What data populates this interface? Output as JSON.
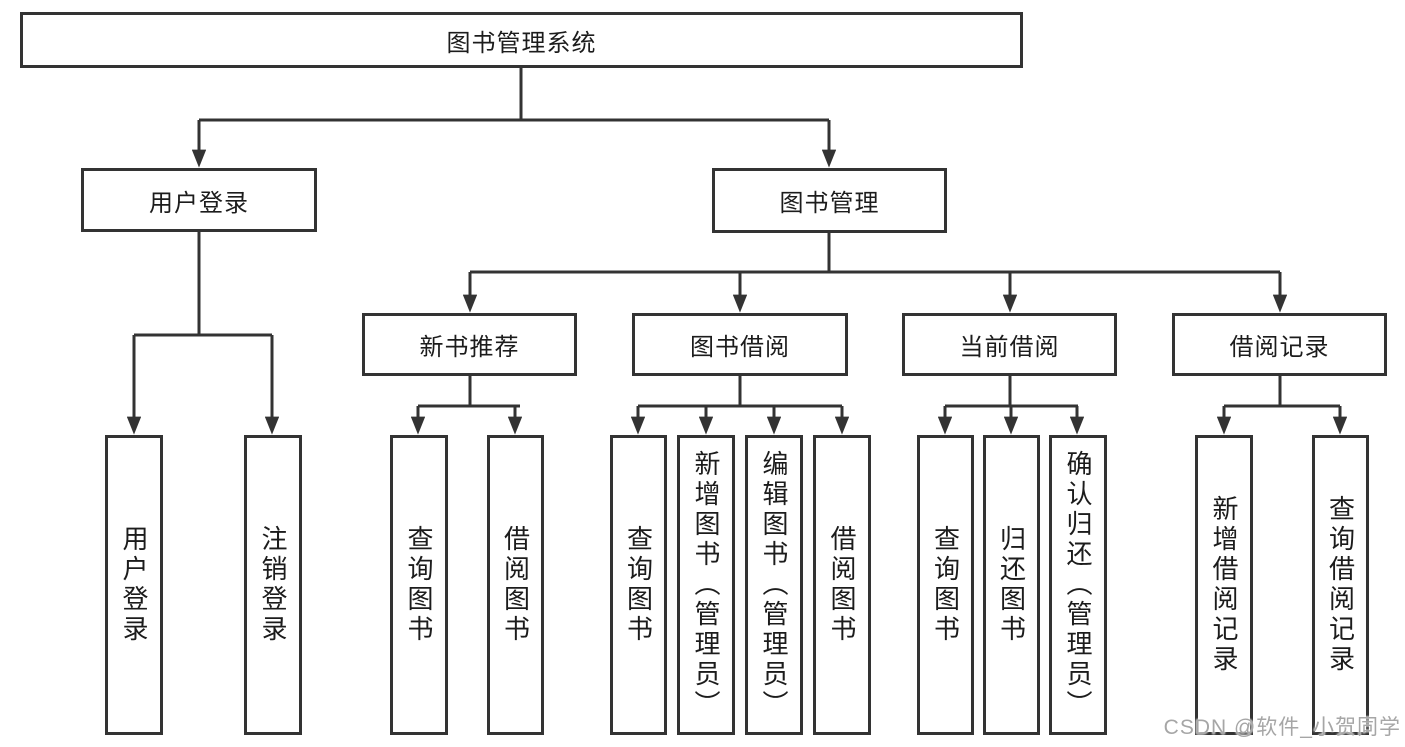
{
  "diagram": {
    "title": "图书管理系统",
    "level2": {
      "user_login": "用户登录",
      "book_management": "图书管理"
    },
    "level3": {
      "new_book_recommend": "新书推荐",
      "book_borrow": "图书借阅",
      "current_borrow": "当前借阅",
      "borrow_records": "借阅记录"
    },
    "level4": {
      "user_login": "用户登录",
      "logout": "注销登录",
      "query_books_a": "查询图书",
      "borrow_books_a": "借阅图书",
      "query_books_b": "查询图书",
      "add_books_admin": "新增图书（管理员）",
      "edit_books_admin": "编辑图书（管理员）",
      "borrow_books_b": "借阅图书",
      "query_books_c": "查询图书",
      "return_books": "归还图书",
      "confirm_return_admin": "确认归还（管理员）",
      "add_borrow_record": "新增借阅记录",
      "query_borrow_record": "查询借阅记录"
    }
  },
  "watermark": "CSDN @软件_小贺同学",
  "colors": {
    "line": "#333333",
    "text": "#1c1c1c",
    "watermark": "#a6a6a6",
    "background": "#ffffff"
  }
}
